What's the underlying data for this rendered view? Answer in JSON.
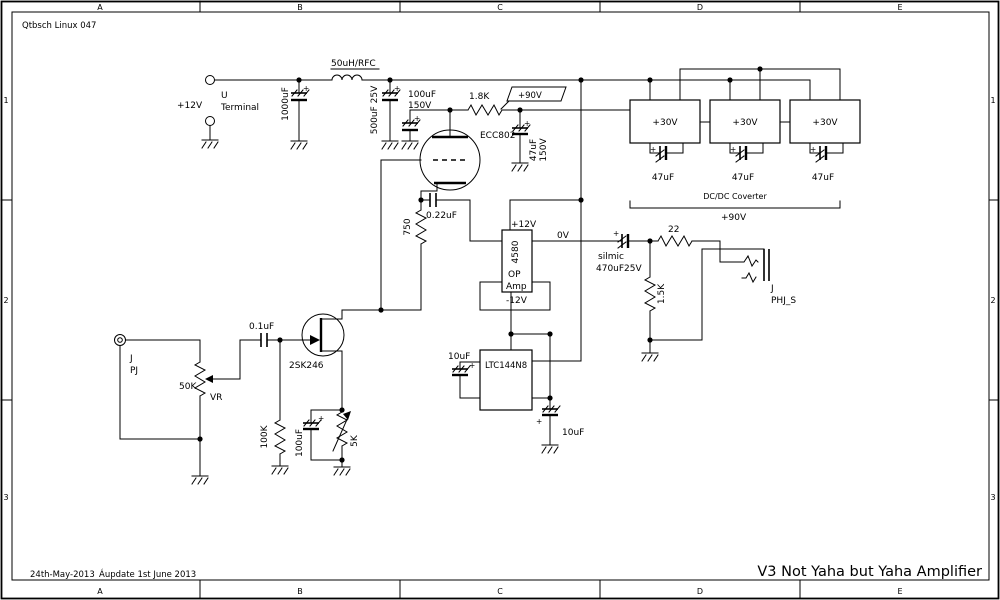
{
  "colors": {
    "ink": "#000000",
    "paper": "#ffffff"
  },
  "header": "Qtbsch Linux 047",
  "frame": {
    "cols": [
      "A",
      "B",
      "C",
      "D",
      "E"
    ],
    "rows": [
      "1",
      "2",
      "3"
    ]
  },
  "titleblock": {
    "date": "24th-May-2013",
    "update": "Áupdate 1st June 2013",
    "title": "V3 Not Yaha but Yaha Amplifier"
  },
  "marks": {
    "plus": "+",
    "hv_flag": "+90V"
  },
  "supply": {
    "voltage": "+12V",
    "terminal_line1": "U",
    "terminal_line2": "Terminal",
    "choke": "50uH/RFC",
    "cap_main": "1000uF",
    "cap_filter": "500uF 25V",
    "cap_hv_line1": "100uF",
    "cap_hv_line2": "150V",
    "res_plate": "1.8K",
    "cap_plate_line1": "47uF",
    "cap_plate_line2": "150V"
  },
  "dcdc": {
    "module": "+30V",
    "cap": "47uF",
    "caption": "DC/DC Coverter",
    "output_net": "+90V"
  },
  "tube": {
    "name": "ECC802",
    "res_grid": "750",
    "cap_coupling": "0.22uF"
  },
  "input_stage": {
    "jack_ref": "J",
    "jack_name": "PJ",
    "pot_value": "50K",
    "pot_ref": "VR",
    "cap_in": "0.1uF",
    "fet": "2SK246",
    "res_gate": "100K",
    "cap_source": "100uF",
    "res_source": "5K"
  },
  "opamp": {
    "part": "4580",
    "line2": "OP",
    "line3": "Amp",
    "rail_pos": "+12V",
    "rail_neg": "-12V",
    "out_level": "0V"
  },
  "inverter": {
    "part": "LTC144N8",
    "cap_fly": "10uF",
    "cap_out": "10uF"
  },
  "output_stage": {
    "cap_brand": "silmic",
    "cap_value": "470uF25V",
    "res_series": "22",
    "res_load": "1.5K",
    "jack_ref": "J",
    "jack_name": "PHJ_S"
  }
}
